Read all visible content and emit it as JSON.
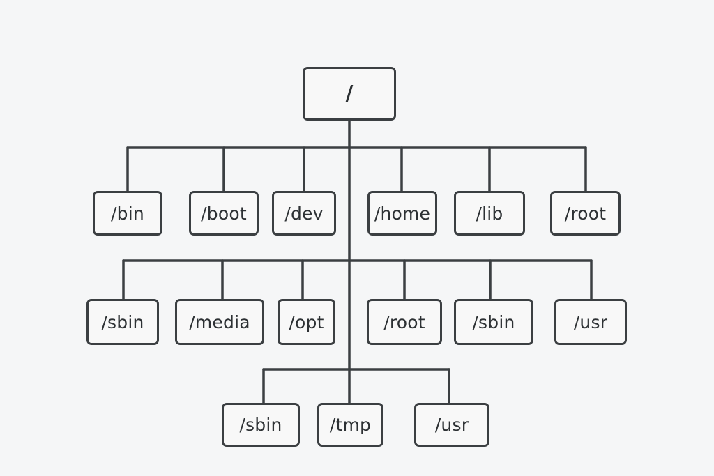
{
  "diagram": {
    "root": {
      "label": "/"
    },
    "level1": [
      {
        "label": "/bin"
      },
      {
        "label": "/boot"
      },
      {
        "label": "/dev"
      },
      {
        "label": "/home"
      },
      {
        "label": "/lib"
      },
      {
        "label": "/root"
      }
    ],
    "level2": [
      {
        "label": "/sbin"
      },
      {
        "label": "/media"
      },
      {
        "label": "/opt"
      },
      {
        "label": "/root"
      },
      {
        "label": "/sbin"
      },
      {
        "label": "/usr"
      }
    ],
    "level3": [
      {
        "label": "/sbin"
      },
      {
        "label": "/tmp"
      },
      {
        "label": "/usr"
      }
    ]
  }
}
